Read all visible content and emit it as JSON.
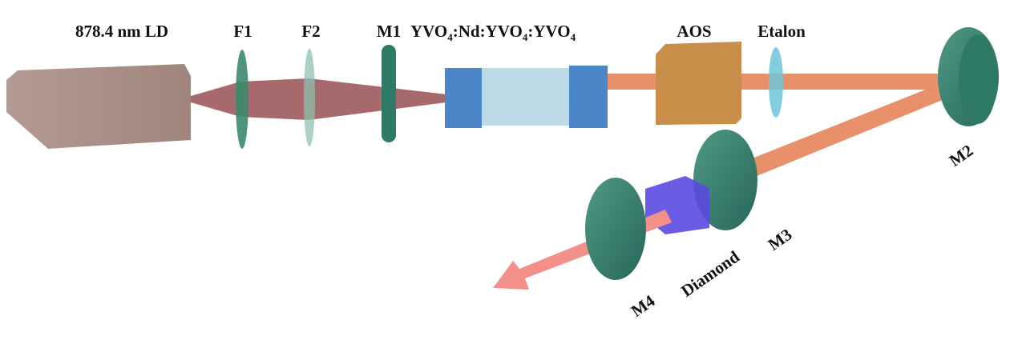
{
  "labels": {
    "laser_diode": "878.4 nm LD",
    "f1": "F1",
    "f2": "F2",
    "m1": "M1",
    "crystal_parts": [
      "YVO",
      "4",
      ":Nd:YVO",
      "4",
      ":YVO",
      "4"
    ],
    "aos": "AOS",
    "etalon": "Etalon",
    "m2": "M2",
    "m3": "M3",
    "diamond": "Diamond",
    "m4": "M4"
  },
  "colors": {
    "laser_diode": "#a88f88",
    "pump_beam": "#9c5a5c",
    "mirror": "#2f7a66",
    "lens": "#8fc0b0",
    "crystal_end": "#4a86c8",
    "crystal_mid": "#bcdbe6",
    "aos": "#c98e4a",
    "etalon": "#6cc6d8",
    "laser_beam": "#e8906a",
    "diamond": "#5a4ae0",
    "output_beam": "#f3908a"
  }
}
